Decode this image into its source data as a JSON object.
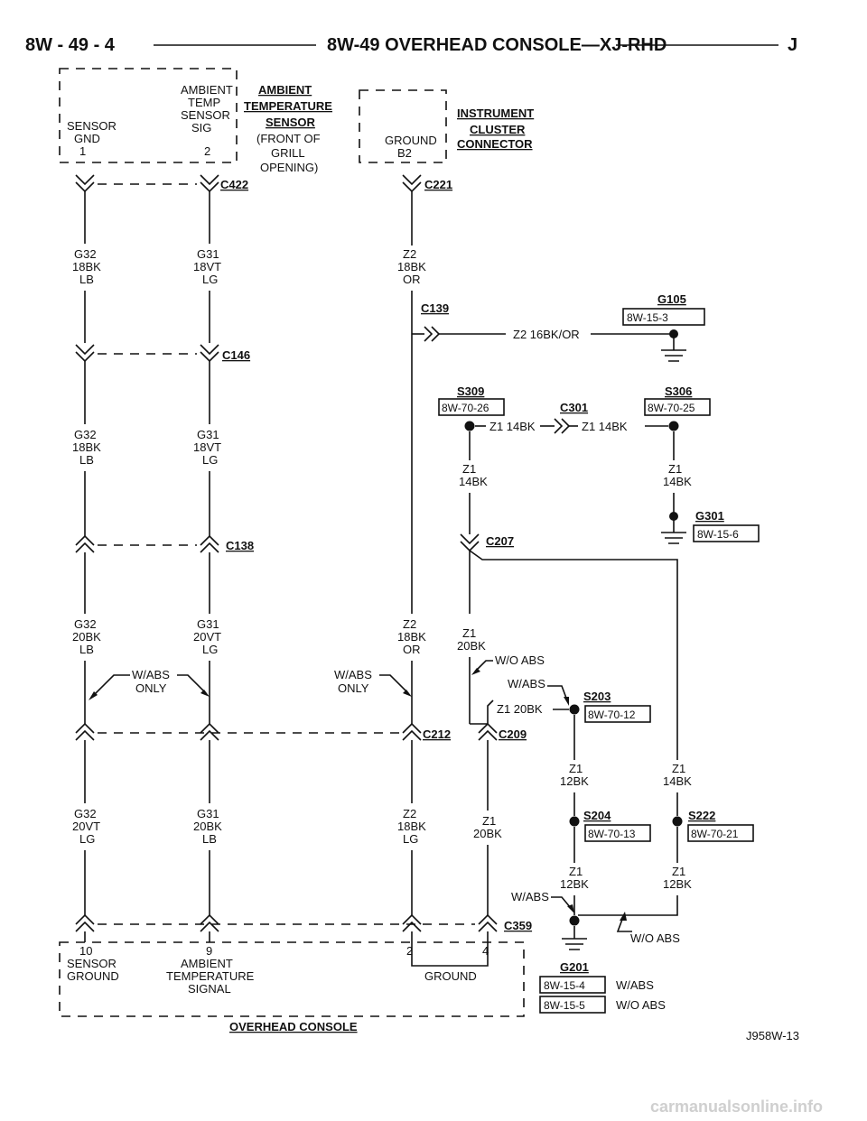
{
  "header": {
    "left": "8W - 49 - 4",
    "title": "8W-49 OVERHEAD CONSOLE—XJ-RHD",
    "right": "J"
  },
  "sensor_box": {
    "title_lines": [
      "AMBIENT",
      "TEMPERATURE",
      "SENSOR"
    ],
    "note_lines": [
      "(FRONT OF",
      "GRILL",
      "OPENING)"
    ],
    "pin1_lines": [
      "SENSOR",
      "GND",
      "1"
    ],
    "pin2_lines": [
      "AMBIENT",
      "TEMP",
      "SENSOR",
      "SIG",
      "2"
    ]
  },
  "cluster_box": {
    "title_lines": [
      "INSTRUMENT",
      "CLUSTER",
      "CONNECTOR"
    ],
    "pin_lines": [
      "GROUND",
      "B2"
    ]
  },
  "connectors": {
    "c422": "C422",
    "c221": "C221",
    "c146": "C146",
    "c138": "C138",
    "c139": "C139",
    "c301": "C301",
    "c207": "C207",
    "c212": "C212",
    "c209": "C209",
    "c359": "C359"
  },
  "splices": {
    "s309": "S309",
    "s306": "S306",
    "s203": "S203",
    "s204": "S204",
    "s222": "S222"
  },
  "grounds": {
    "g105": "G105",
    "g301": "G301",
    "g201": "G201"
  },
  "refs": {
    "g105": "8W-15-3",
    "s309": "8W-70-26",
    "s306": "8W-70-25",
    "g301": "8W-15-6",
    "s203": "8W-70-12",
    "s204": "8W-70-13",
    "s222": "8W-70-21",
    "g201a": "8W-15-4",
    "g201b": "8W-15-5"
  },
  "wires": {
    "a1": [
      "G32",
      "18BK",
      "LB"
    ],
    "a2": [
      "G32",
      "18BK",
      "LB"
    ],
    "a3": [
      "G32",
      "20BK",
      "LB"
    ],
    "a4": [
      "G32",
      "20VT",
      "LG"
    ],
    "b1": [
      "G31",
      "18VT",
      "LG"
    ],
    "b2": [
      "G31",
      "18VT",
      "LG"
    ],
    "b3": [
      "G31",
      "20VT",
      "LG"
    ],
    "b4": [
      "G31",
      "20BK",
      "LB"
    ],
    "c1": [
      "Z2",
      "18BK",
      "OR"
    ],
    "c2": [
      "Z2",
      "18BK",
      "OR"
    ],
    "c3": [
      "Z2",
      "18BK",
      "LG"
    ],
    "z2_16": "Z2 16BK/OR",
    "z1_14_left": "Z1 14BK",
    "z1_14_right": "Z1 14BK",
    "d1": [
      "Z1",
      "14BK"
    ],
    "e1": [
      "Z1",
      "14BK"
    ],
    "d2": [
      "Z1",
      "20BK"
    ],
    "d3": [
      "Z1",
      "20BK"
    ],
    "z1_20_branch": "Z1 20BK",
    "f1": [
      "Z1",
      "12BK"
    ],
    "f2": [
      "Z1",
      "12BK"
    ],
    "e2": [
      "Z1",
      "14BK"
    ],
    "e3": [
      "Z1",
      "12BK"
    ]
  },
  "options": {
    "wabs_only": [
      "W/ABS",
      "ONLY"
    ],
    "wabs": "W/ABS",
    "wo_abs": "W/O ABS"
  },
  "console_box": {
    "pin10_lines": [
      "10",
      "SENSOR",
      "GROUND"
    ],
    "pin9_lines": [
      "9",
      "AMBIENT",
      "TEMPERATURE",
      "SIGNAL"
    ],
    "pin2": "2",
    "pin4": "4",
    "ground": "GROUND",
    "title": "OVERHEAD CONSOLE"
  },
  "ground_notes": {
    "g201a": "W/ABS",
    "g201b": "W/O ABS"
  },
  "figure_id": "J958W-13",
  "watermark": "carmanualsonline.info"
}
